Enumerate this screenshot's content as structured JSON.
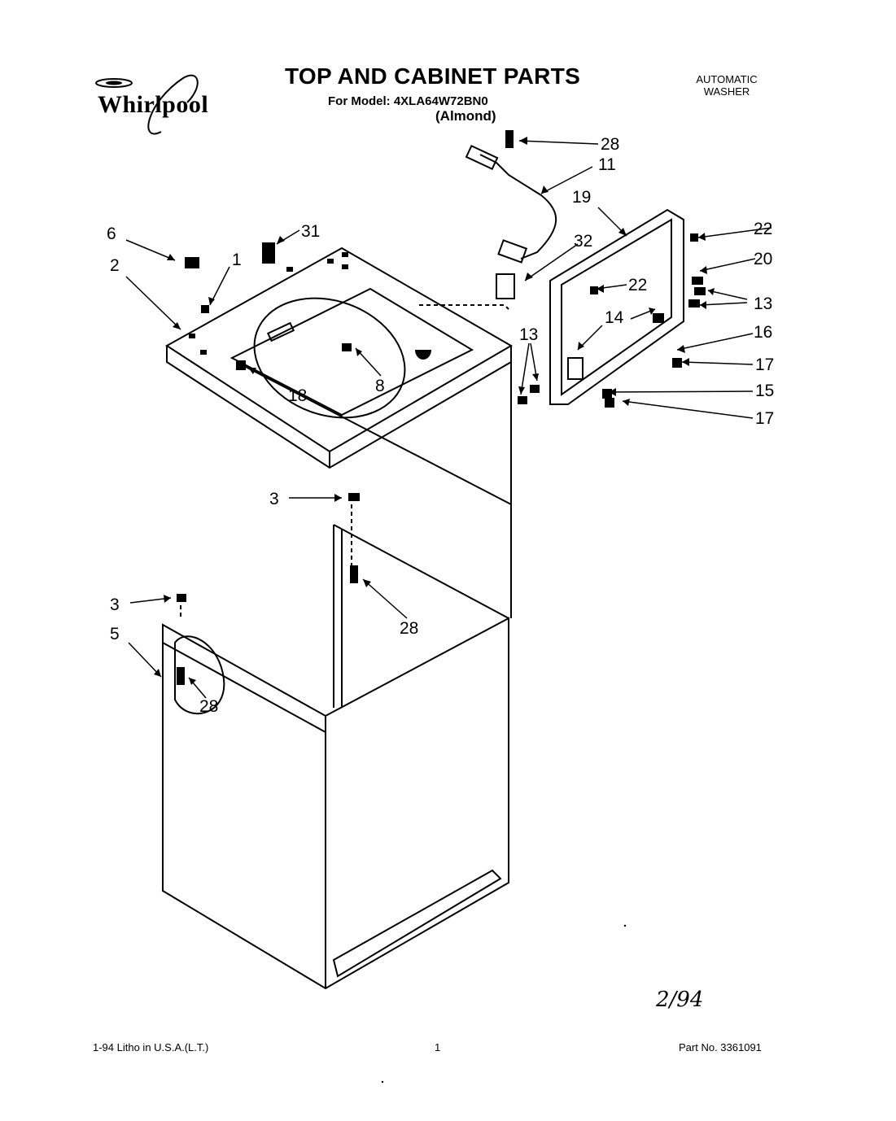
{
  "header": {
    "brand": "Whirlpool",
    "title": "TOP AND CABINET PARTS",
    "model_line": "For Model: 4XLA64W72BN0",
    "color": "(Almond)",
    "product_type_line1": "AUTOMATIC",
    "product_type_line2": "WASHER"
  },
  "callouts": [
    "28",
    "11",
    "19",
    "22",
    "6",
    "31",
    "32",
    "20",
    "2",
    "1",
    "22",
    "13",
    "13",
    "14",
    "16",
    "17",
    "15",
    "17",
    "13",
    "18",
    "8",
    "3",
    "28",
    "3",
    "5",
    "28"
  ],
  "handwritten_note": "2/94",
  "footer": {
    "left": "1-94 Litho in U.S.A.(L.T.)",
    "center": "1",
    "right": "Part No. 3361091"
  },
  "colors": {
    "ink": "#000000",
    "paper": "#ffffff"
  },
  "icons": {
    "logo": "whirlpool-logo"
  }
}
